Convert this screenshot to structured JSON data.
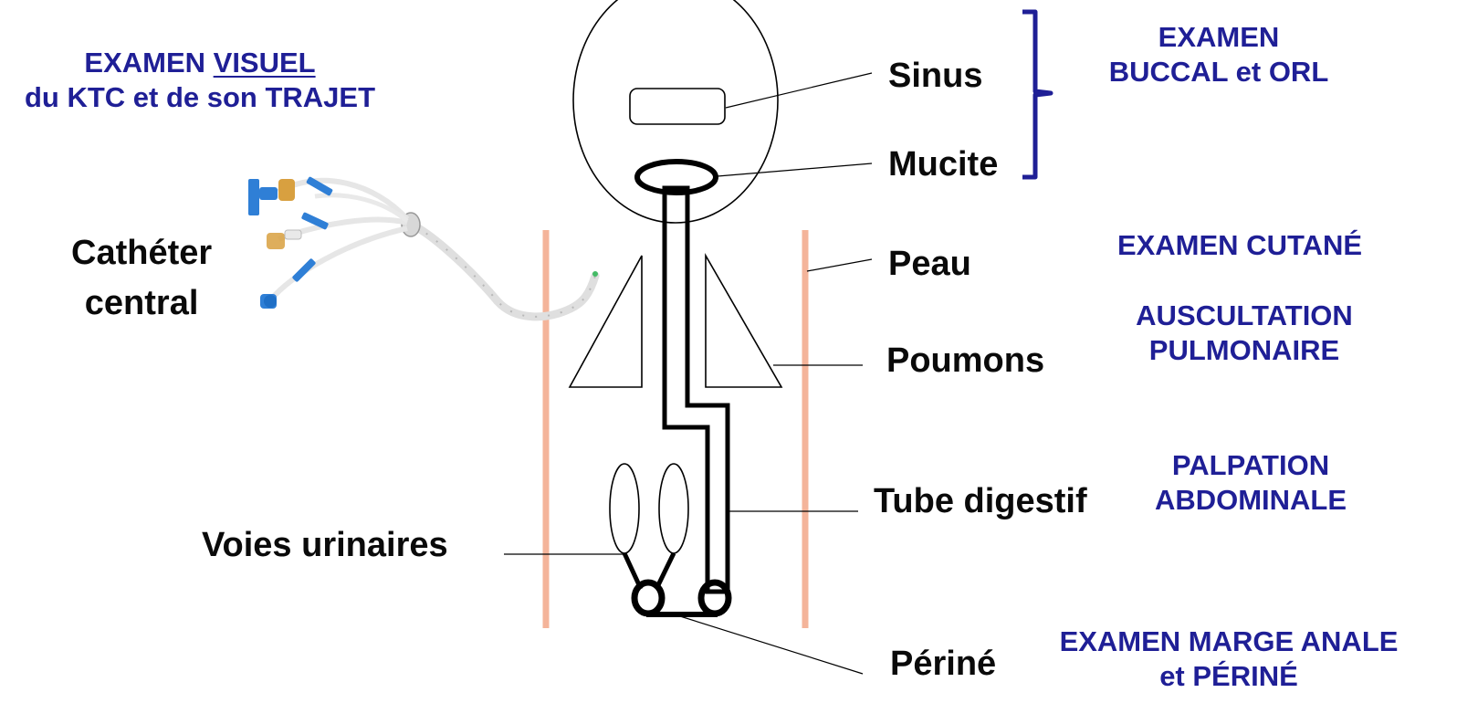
{
  "labels": {
    "sinus": "Sinus",
    "mucite": "Mucite",
    "peau": "Peau",
    "poumons": "Poumons",
    "tube_digestif": "Tube digestif",
    "voies_urinaires": "Voies urinaires",
    "perine": "Périné",
    "catheter_line1": "Cathéter",
    "catheter_line2": "central"
  },
  "exams": {
    "visuel": {
      "line1_before": "EXAMEN ",
      "line1_underlined": "VISUEL",
      "line2": "du KTC et de son TRAJET"
    },
    "buccal": {
      "line1": "EXAMEN",
      "line2": "BUCCAL et ORL"
    },
    "cutane": {
      "line1": "EXAMEN CUTANÉ"
    },
    "auscultation": {
      "line1": "AUSCULTATION",
      "line2": "PULMONAIRE"
    },
    "palpation": {
      "line1": "PALPATION",
      "line2": "ABDOMINALE"
    },
    "marge": {
      "line1": "EXAMEN MARGE ANALE",
      "line2": "et PÉRINÉ"
    }
  },
  "colors": {
    "label_black": "#0a0a0a",
    "exam_blue": "#1f1f96",
    "skin_line": "#f4b49a",
    "outline": "#000000",
    "catheter_blue": "#2f7fd6",
    "catheter_orange": "#d8a040"
  },
  "icons": {
    "catheter": "central-venous-catheter-icon"
  }
}
